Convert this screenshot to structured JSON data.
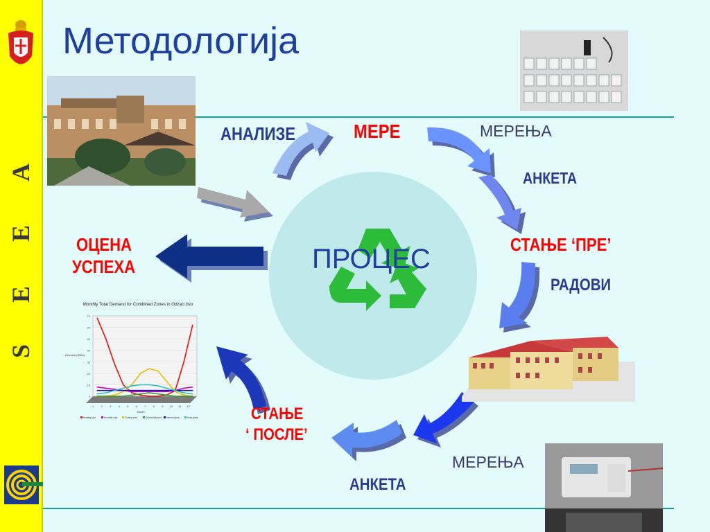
{
  "title": "Методологија",
  "sidebar": {
    "letters": [
      "S",
      "E",
      "E",
      "A"
    ]
  },
  "center": {
    "label": "ПРОЦЕС"
  },
  "steps": {
    "analize": "АНАЛИЗЕ",
    "mere": "МЕРЕ",
    "merenja_top": "МЕРЕЊА",
    "anketa_top": "АНКЕТА",
    "stanje_pre": "СТАЊЕ ‘ПРЕ’",
    "radovi": "РАДОВИ",
    "merenja_bottom": "МЕРЕЊА",
    "anketa_bottom": "АНКЕТА",
    "stanje_posle_1": "СТАЊЕ",
    "stanje_posle_2": "‘ ПОСЛЕ’",
    "ocena_1": "ОЦЕНА",
    "ocena_2": "УСПЕХА"
  },
  "chart_data": {
    "type": "line",
    "title": "Monthly Total Demand for Combined Zones in Odzaci.bso",
    "xlabel": "Month",
    "ylabel": "Demand (MWh)",
    "categories": [
      "1",
      "2",
      "3",
      "4",
      "5",
      "6",
      "7",
      "8",
      "9",
      "10",
      "11",
      "12"
    ],
    "ylim": [
      0,
      70
    ],
    "yticks": [
      "0",
      "10",
      "20",
      "30",
      "40",
      "50",
      "60",
      "70"
    ],
    "series": [
      {
        "name": "Heating load",
        "color": "#e01010",
        "values": [
          68,
          50,
          28,
          10,
          3,
          1,
          0,
          0,
          1,
          5,
          30,
          62
        ]
      },
      {
        "name": "Humidify load",
        "color": "#c000c0",
        "values": [
          8,
          7,
          6,
          5,
          4,
          4,
          4,
          4,
          4,
          5,
          7,
          8
        ]
      },
      {
        "name": "Cooling load",
        "color": "#e0c000",
        "values": [
          0,
          0,
          1,
          4,
          10,
          20,
          24,
          22,
          13,
          4,
          1,
          0
        ]
      },
      {
        "name": "Dehumidify load",
        "color": "#30a030",
        "values": [
          0,
          0,
          0,
          0,
          1,
          2,
          3,
          2,
          1,
          0,
          0,
          0
        ]
      },
      {
        "name": "Internal gains",
        "color": "#1010c0",
        "values": [
          5,
          5,
          5,
          5,
          5,
          5,
          5,
          5,
          5,
          5,
          5,
          5
        ]
      },
      {
        "name": "Solar gains",
        "color": "#30c0c0",
        "values": [
          2,
          3,
          5,
          7,
          9,
          10,
          10,
          9,
          7,
          5,
          3,
          2
        ]
      }
    ]
  }
}
